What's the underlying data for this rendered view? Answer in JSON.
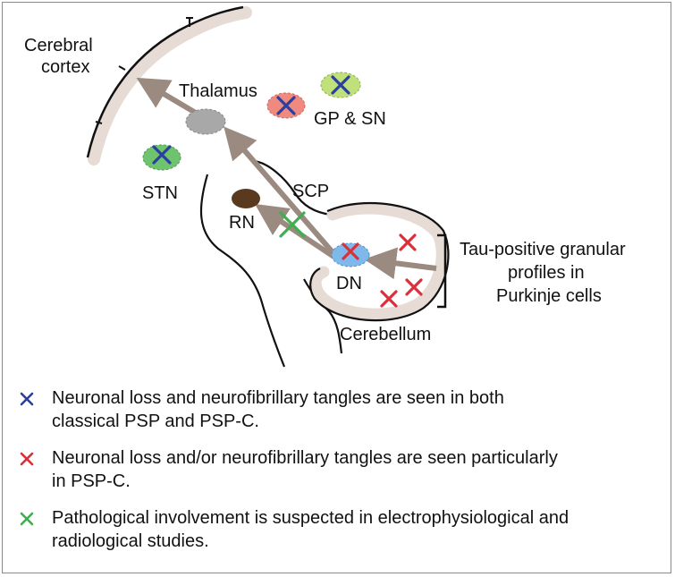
{
  "labels": {
    "cerebral_cortex_line1": "Cerebral",
    "cerebral_cortex_line2": "cortex",
    "thalamus": "Thalamus",
    "gp_sn": "GP & SN",
    "stn": "STN",
    "scp": "SCP",
    "rn": "RN",
    "dn": "DN",
    "cerebellum": "Cerebellum",
    "purkinje_line1": "Tau-positive granular",
    "purkinje_line2": "profiles in",
    "purkinje_line3": "Purkinje cells"
  },
  "legend": [
    {
      "color": "#2b3f9e",
      "text_line1": "Neuronal loss and neurofibrillary tangles are seen in both",
      "text_line2": "classical PSP and PSP-C."
    },
    {
      "color": "#d9303a",
      "text_line1": "Neuronal loss and/or neurofibrillary tangles are seen particularly",
      "text_line2": "in PSP-C."
    },
    {
      "color": "#3fae4f",
      "text_line1": "Pathological involvement is suspected in electrophysiological and",
      "text_line2": "radiological studies."
    }
  ],
  "colors": {
    "blue_mark": "#2b3f9e",
    "red_mark": "#d9303a",
    "green_mark": "#3fae4f",
    "arrow": "#9a8a80",
    "tissue": "#e6dcd5"
  }
}
